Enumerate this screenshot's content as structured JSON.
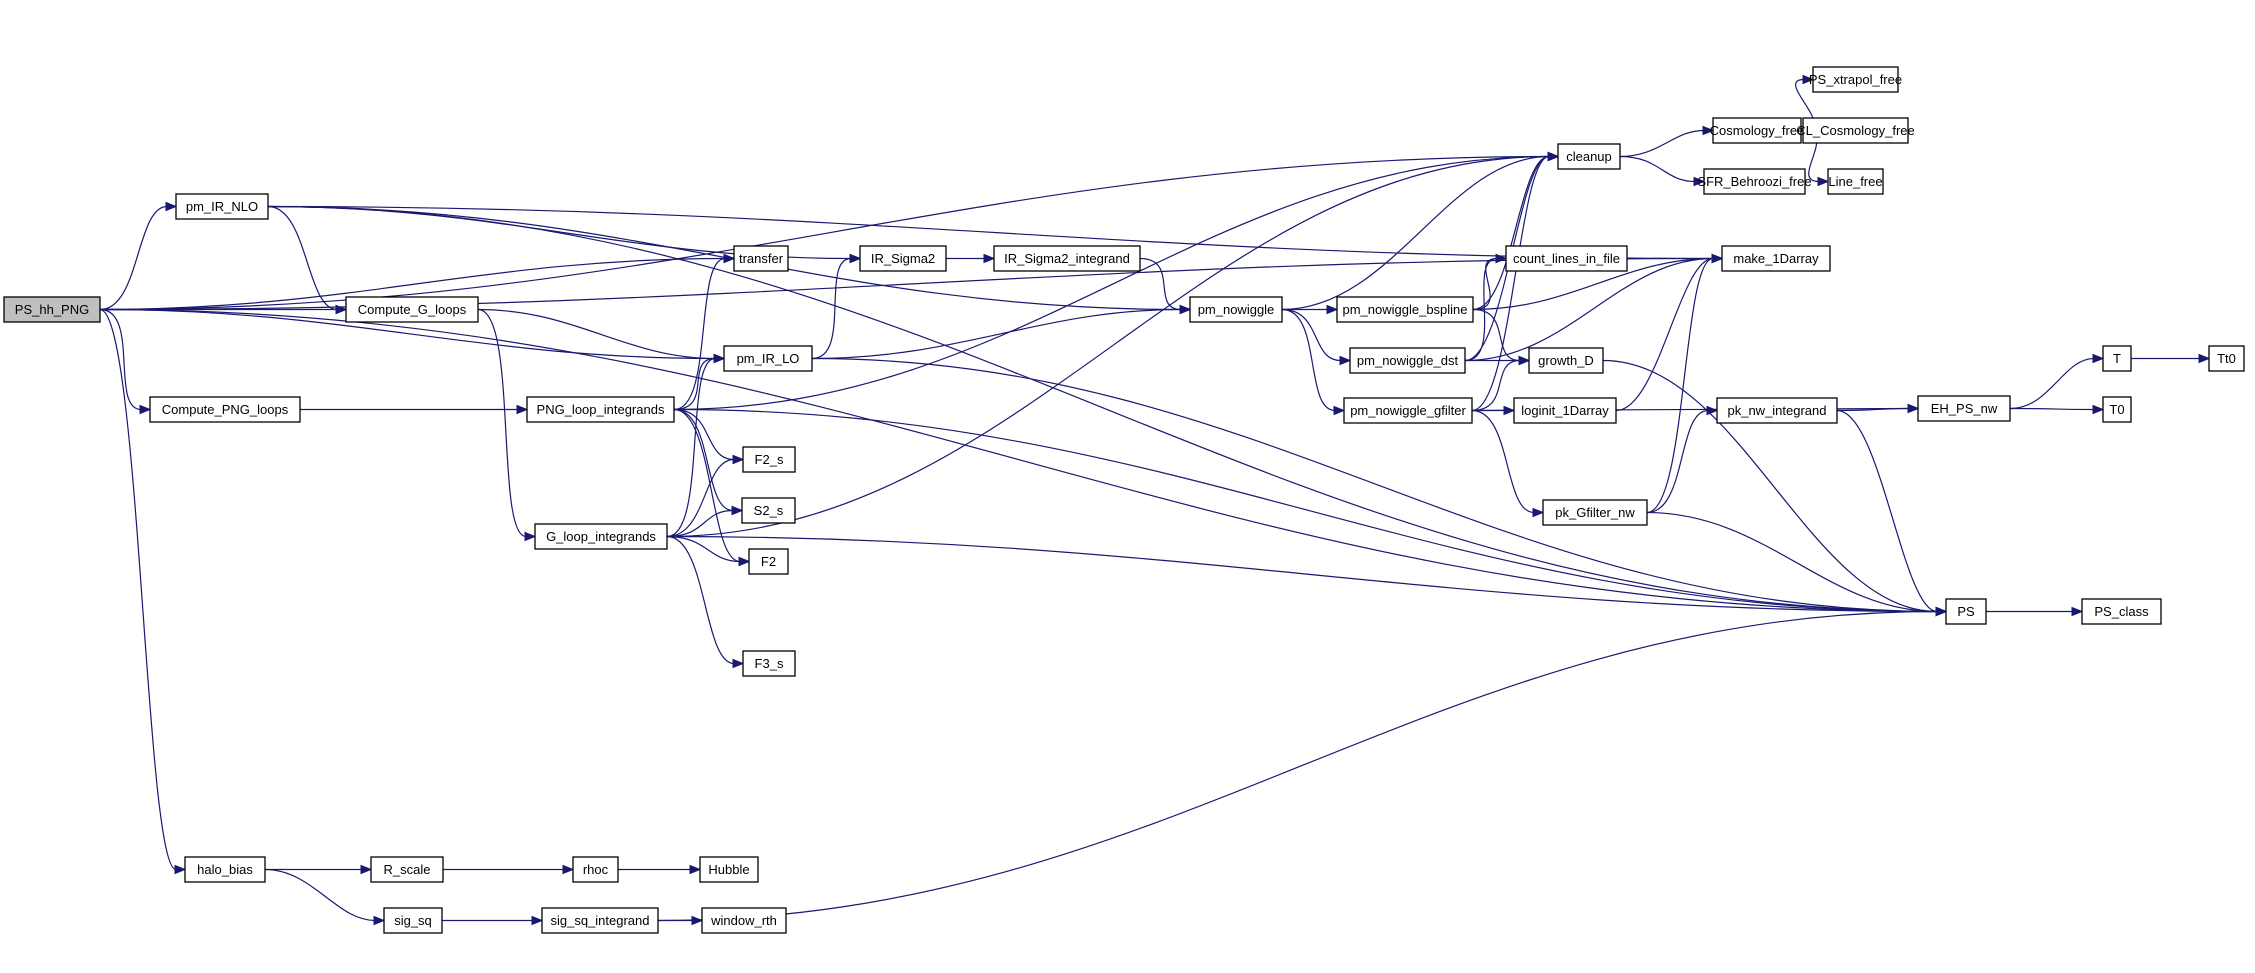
{
  "diagram": {
    "type": "call-graph",
    "root": "PS_hh_PNG",
    "colors": {
      "edge": "#191970",
      "root_fill": "#bfbfbf",
      "node_fill": "#ffffff",
      "node_border": "#000000"
    },
    "nodes": [
      {
        "id": "PS_hh_PNG",
        "label": "PS_hh_PNG",
        "root": true
      },
      {
        "id": "pm_IR_NLO",
        "label": "pm_IR_NLO"
      },
      {
        "id": "Compute_PNG_loops",
        "label": "Compute_PNG_loops"
      },
      {
        "id": "halo_bias",
        "label": "halo_bias"
      },
      {
        "id": "Compute_G_loops",
        "label": "Compute_G_loops"
      },
      {
        "id": "PNG_loop_integrands",
        "label": "PNG_loop_integrands"
      },
      {
        "id": "G_loop_integrands",
        "label": "G_loop_integrands"
      },
      {
        "id": "transfer",
        "label": "transfer"
      },
      {
        "id": "pm_IR_LO",
        "label": "pm_IR_LO"
      },
      {
        "id": "F2_s",
        "label": "F2_s"
      },
      {
        "id": "S2_s",
        "label": "S2_s"
      },
      {
        "id": "F2",
        "label": "F2"
      },
      {
        "id": "F3_s",
        "label": "F3_s"
      },
      {
        "id": "IR_Sigma2",
        "label": "IR_Sigma2"
      },
      {
        "id": "IR_Sigma2_integrand",
        "label": "IR_Sigma2_integrand"
      },
      {
        "id": "pm_nowiggle",
        "label": "pm_nowiggle"
      },
      {
        "id": "pm_nowiggle_bspline",
        "label": "pm_nowiggle_bspline"
      },
      {
        "id": "pm_nowiggle_dst",
        "label": "pm_nowiggle_dst"
      },
      {
        "id": "pm_nowiggle_gfilter",
        "label": "pm_nowiggle_gfilter"
      },
      {
        "id": "cleanup",
        "label": "cleanup"
      },
      {
        "id": "count_lines_in_file",
        "label": "count_lines_in_file"
      },
      {
        "id": "growth_D",
        "label": "growth_D"
      },
      {
        "id": "loginit_1Darray",
        "label": "loginit_1Darray"
      },
      {
        "id": "pk_Gfilter_nw",
        "label": "pk_Gfilter_nw"
      },
      {
        "id": "Cosmology_free",
        "label": "Cosmology_free"
      },
      {
        "id": "SFR_Behroozi_free",
        "label": "SFR_Behroozi_free"
      },
      {
        "id": "make_1Darray",
        "label": "make_1Darray"
      },
      {
        "id": "pk_nw_integrand",
        "label": "pk_nw_integrand"
      },
      {
        "id": "EH_PS_nw",
        "label": "EH_PS_nw"
      },
      {
        "id": "PS",
        "label": "PS"
      },
      {
        "id": "PS_xtrapol_free",
        "label": "PS_xtrapol_free"
      },
      {
        "id": "CL_Cosmology_free",
        "label": "CL_Cosmology_free"
      },
      {
        "id": "Line_free",
        "label": "Line_free"
      },
      {
        "id": "T",
        "label": "T"
      },
      {
        "id": "T0",
        "label": "T0"
      },
      {
        "id": "Tt0",
        "label": "Tt0"
      },
      {
        "id": "PS_class",
        "label": "PS_class"
      },
      {
        "id": "R_scale",
        "label": "R_scale"
      },
      {
        "id": "rhoc",
        "label": "rhoc"
      },
      {
        "id": "Hubble",
        "label": "Hubble"
      },
      {
        "id": "sig_sq",
        "label": "sig_sq"
      },
      {
        "id": "sig_sq_integrand",
        "label": "sig_sq_integrand"
      },
      {
        "id": "window_rth",
        "label": "window_rth"
      }
    ],
    "edges": [
      [
        "PS_hh_PNG",
        "pm_IR_NLO"
      ],
      [
        "PS_hh_PNG",
        "Compute_G_loops"
      ],
      [
        "PS_hh_PNG",
        "Compute_PNG_loops"
      ],
      [
        "PS_hh_PNG",
        "transfer"
      ],
      [
        "PS_hh_PNG",
        "pm_IR_LO"
      ],
      [
        "PS_hh_PNG",
        "cleanup"
      ],
      [
        "PS_hh_PNG",
        "make_1Darray"
      ],
      [
        "PS_hh_PNG",
        "PS"
      ],
      [
        "PS_hh_PNG",
        "halo_bias"
      ],
      [
        "pm_IR_NLO",
        "Compute_G_loops"
      ],
      [
        "pm_IR_NLO",
        "IR_Sigma2"
      ],
      [
        "pm_IR_NLO",
        "pm_nowiggle"
      ],
      [
        "pm_IR_NLO",
        "make_1Darray"
      ],
      [
        "pm_IR_NLO",
        "PS"
      ],
      [
        "Compute_PNG_loops",
        "PNG_loop_integrands"
      ],
      [
        "Compute_G_loops",
        "pm_IR_LO"
      ],
      [
        "Compute_G_loops",
        "G_loop_integrands"
      ],
      [
        "PNG_loop_integrands",
        "transfer"
      ],
      [
        "PNG_loop_integrands",
        "pm_IR_LO"
      ],
      [
        "PNG_loop_integrands",
        "F2_s"
      ],
      [
        "PNG_loop_integrands",
        "S2_s"
      ],
      [
        "PNG_loop_integrands",
        "F2"
      ],
      [
        "PNG_loop_integrands",
        "cleanup"
      ],
      [
        "PNG_loop_integrands",
        "PS"
      ],
      [
        "G_loop_integrands",
        "pm_IR_LO"
      ],
      [
        "G_loop_integrands",
        "F2_s"
      ],
      [
        "G_loop_integrands",
        "S2_s"
      ],
      [
        "G_loop_integrands",
        "F2"
      ],
      [
        "G_loop_integrands",
        "F3_s"
      ],
      [
        "G_loop_integrands",
        "cleanup"
      ],
      [
        "G_loop_integrands",
        "PS"
      ],
      [
        "pm_IR_LO",
        "IR_Sigma2"
      ],
      [
        "pm_IR_LO",
        "pm_nowiggle"
      ],
      [
        "pm_IR_LO",
        "PS"
      ],
      [
        "IR_Sigma2",
        "IR_Sigma2_integrand"
      ],
      [
        "IR_Sigma2_integrand",
        "pm_nowiggle"
      ],
      [
        "pm_nowiggle",
        "cleanup"
      ],
      [
        "pm_nowiggle",
        "pm_nowiggle_bspline"
      ],
      [
        "pm_nowiggle",
        "pm_nowiggle_dst"
      ],
      [
        "pm_nowiggle",
        "pm_nowiggle_gfilter"
      ],
      [
        "pm_nowiggle_bspline",
        "cleanup"
      ],
      [
        "pm_nowiggle_bspline",
        "count_lines_in_file"
      ],
      [
        "pm_nowiggle_bspline",
        "growth_D"
      ],
      [
        "pm_nowiggle_bspline",
        "make_1Darray"
      ],
      [
        "pm_nowiggle_dst",
        "cleanup"
      ],
      [
        "pm_nowiggle_dst",
        "count_lines_in_file"
      ],
      [
        "pm_nowiggle_dst",
        "growth_D"
      ],
      [
        "pm_nowiggle_dst",
        "make_1Darray"
      ],
      [
        "pm_nowiggle_gfilter",
        "cleanup"
      ],
      [
        "pm_nowiggle_gfilter",
        "growth_D"
      ],
      [
        "pm_nowiggle_gfilter",
        "loginit_1Darray"
      ],
      [
        "pm_nowiggle_gfilter",
        "pk_Gfilter_nw"
      ],
      [
        "pm_nowiggle_gfilter",
        "EH_PS_nw"
      ],
      [
        "cleanup",
        "Cosmology_free"
      ],
      [
        "cleanup",
        "SFR_Behroozi_free"
      ],
      [
        "Cosmology_free",
        "PS_xtrapol_free"
      ],
      [
        "Cosmology_free",
        "CL_Cosmology_free"
      ],
      [
        "Cosmology_free",
        "Line_free"
      ],
      [
        "growth_D",
        "PS"
      ],
      [
        "loginit_1Darray",
        "make_1Darray"
      ],
      [
        "pk_Gfilter_nw",
        "pk_nw_integrand"
      ],
      [
        "pk_Gfilter_nw",
        "make_1Darray"
      ],
      [
        "pk_Gfilter_nw",
        "PS"
      ],
      [
        "pk_nw_integrand",
        "EH_PS_nw"
      ],
      [
        "pk_nw_integrand",
        "PS"
      ],
      [
        "EH_PS_nw",
        "T"
      ],
      [
        "EH_PS_nw",
        "T0"
      ],
      [
        "T",
        "Tt0"
      ],
      [
        "PS",
        "PS_class"
      ],
      [
        "halo_bias",
        "R_scale"
      ],
      [
        "halo_bias",
        "sig_sq"
      ],
      [
        "R_scale",
        "rhoc"
      ],
      [
        "rhoc",
        "Hubble"
      ],
      [
        "sig_sq",
        "sig_sq_integrand"
      ],
      [
        "sig_sq_integrand",
        "window_rth"
      ],
      [
        "sig_sq_integrand",
        "PS"
      ]
    ]
  }
}
